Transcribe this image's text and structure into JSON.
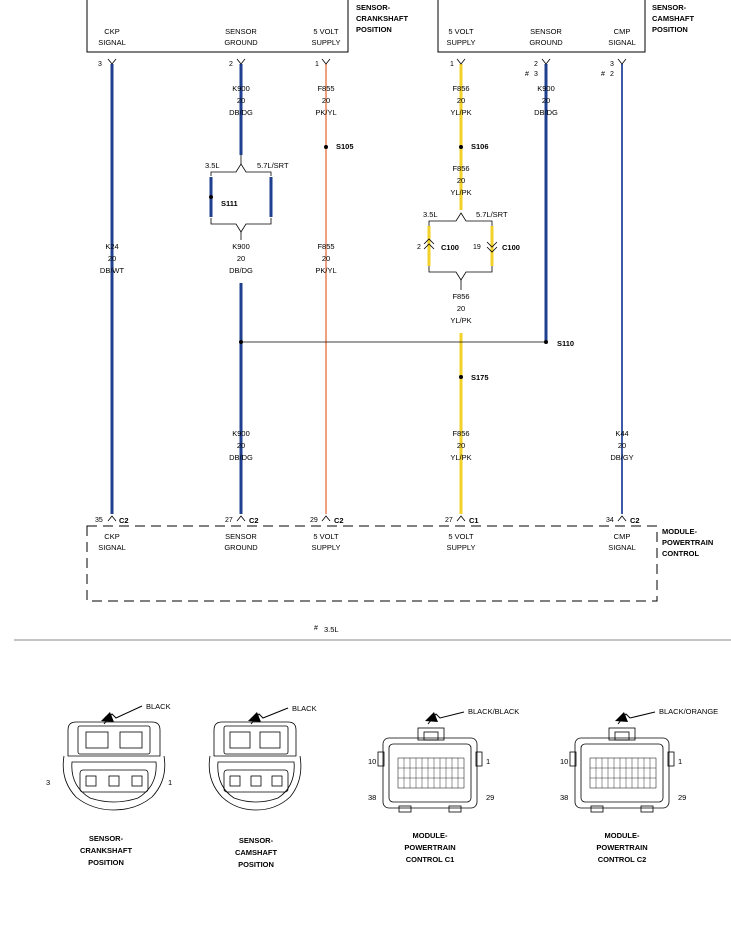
{
  "colors": {
    "db_dg": "#1f3f8f",
    "db_wt": "#1f3f8f",
    "db_gy": "#3d5aa8",
    "pk_yl": "#f0a080",
    "yl_pk": "#f2d12a"
  },
  "components": {
    "ckp_sensor": {
      "title_l1": "SENSOR-",
      "title_l2": "CRANKSHAFT",
      "title_l3": "POSITION",
      "pins": [
        {
          "name": "CKP",
          "name2": "SIGNAL",
          "pin": "3"
        },
        {
          "name": "SENSOR",
          "name2": "GROUND",
          "pin": "2"
        },
        {
          "name": "5 VOLT",
          "name2": "SUPPLY",
          "pin": "1"
        }
      ]
    },
    "cmp_sensor": {
      "title_l1": "SENSOR-",
      "title_l2": "CAMSHAFT",
      "title_l3": "POSITION",
      "pins": [
        {
          "name": "5 VOLT",
          "name2": "SUPPLY",
          "pin": "1"
        },
        {
          "name": "SENSOR",
          "name2": "GROUND",
          "pin": "3",
          "pin_alt": "2"
        },
        {
          "name": "CMP",
          "name2": "SIGNAL",
          "pin": "3",
          "pin_alt": "2"
        }
      ]
    },
    "pcm": {
      "title_l1": "MODULE-",
      "title_l2": "POWERTRAIN",
      "title_l3": "CONTROL",
      "pins": [
        {
          "name": "CKP",
          "name2": "SIGNAL",
          "pin": "35",
          "conn": "C2"
        },
        {
          "name": "SENSOR",
          "name2": "GROUND",
          "pin": "27",
          "conn": "C2"
        },
        {
          "name": "5 VOLT",
          "name2": "SUPPLY",
          "pin": "29",
          "conn": "C2"
        },
        {
          "name": "5 VOLT",
          "name2": "SUPPLY",
          "pin": "27",
          "conn": "C1"
        },
        {
          "name": "CMP",
          "name2": "SIGNAL",
          "pin": "34",
          "conn": "C2"
        }
      ]
    }
  },
  "wires": {
    "k900_a": {
      "circuit": "K900",
      "gauge": "20",
      "color": "DB/DG"
    },
    "f855_a": {
      "circuit": "F855",
      "gauge": "20",
      "color": "PK/YL"
    },
    "f856_a": {
      "circuit": "F856",
      "gauge": "20",
      "color": "YL/PK"
    },
    "k900_b": {
      "circuit": "K900",
      "gauge": "20",
      "color": "DB/DG"
    },
    "f856_b": {
      "circuit": "F856",
      "gauge": "20",
      "color": "YL/PK"
    },
    "k24": {
      "circuit": "K24",
      "gauge": "20",
      "color": "DB/WT"
    },
    "k900_c": {
      "circuit": "K900",
      "gauge": "20",
      "color": "DB/DG"
    },
    "f855_b": {
      "circuit": "F855",
      "gauge": "20",
      "color": "PK/YL"
    },
    "f856_c": {
      "circuit": "F856",
      "gauge": "20",
      "color": "YL/PK"
    },
    "k900_d": {
      "circuit": "K900",
      "gauge": "20",
      "color": "DB/DG"
    },
    "f856_d": {
      "circuit": "F856",
      "gauge": "20",
      "color": "YL/PK"
    },
    "k44": {
      "circuit": "K44",
      "gauge": "20",
      "color": "DB/GY"
    }
  },
  "splices": {
    "s105": "S105",
    "s106": "S106",
    "s111": "S111",
    "s110": "S110",
    "s175": "S175"
  },
  "options": {
    "s111_left": "3.5L",
    "s111_right": "5.7L/SRT",
    "c100_left": "3.5L",
    "c100_right": "5.7L/SRT"
  },
  "c100": {
    "left_pin": "2",
    "left_name": "C100",
    "right_pin": "19",
    "right_name": "C100"
  },
  "footnote": {
    "symbol": "#",
    "text": "3.5L"
  },
  "connector_views": [
    {
      "color": "BLACK",
      "pin_left": "3",
      "pin_right": "1",
      "l1": "SENSOR-",
      "l2": "CRANKSHAFT",
      "l3": "POSITION"
    },
    {
      "color": "BLACK",
      "l1": "SENSOR-",
      "l2": "CAMSHAFT",
      "l3": "POSITION"
    },
    {
      "color": "BLACK/BLACK",
      "pin_tl": "10",
      "pin_tr": "1",
      "pin_bl": "38",
      "pin_br": "29",
      "l1": "MODULE-",
      "l2": "POWERTRAIN",
      "l3": "CONTROL C1"
    },
    {
      "color": "BLACK/ORANGE",
      "pin_tl": "10",
      "pin_tr": "1",
      "pin_bl": "38",
      "pin_br": "29",
      "l1": "MODULE-",
      "l2": "POWERTRAIN",
      "l3": "CONTROL C2"
    }
  ]
}
